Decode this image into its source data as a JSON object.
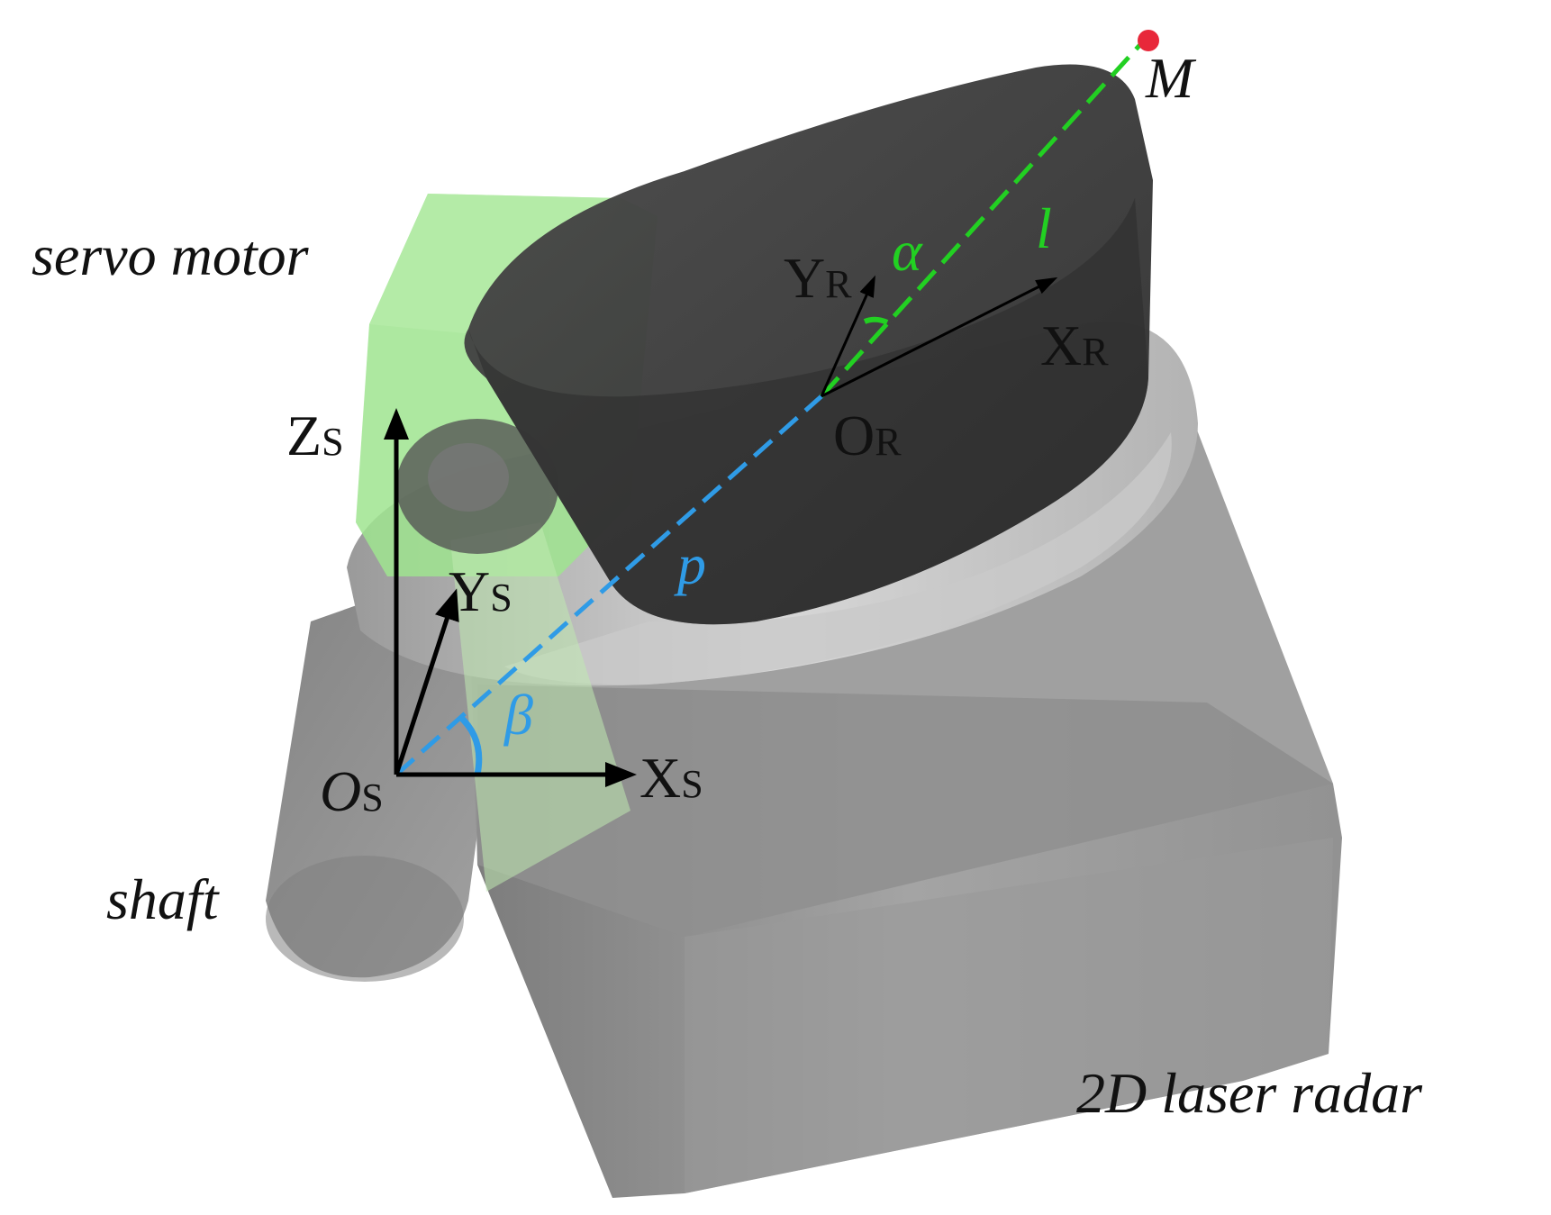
{
  "colors": {
    "background": "#ffffff",
    "radar_body": "#8c8c8c",
    "radar_head": "#3a3a3a",
    "servo": "#9fe48f",
    "p_line": "#2f9be6",
    "l_line": "#22d022",
    "point_M": "#e8283a",
    "axes": "#000000"
  },
  "labels": {
    "servo_motor": "servo motor",
    "shaft": "shaft",
    "radar": "2D laser radar",
    "point_M": "M",
    "alpha": "α",
    "beta": "β",
    "p": "p",
    "l": "l",
    "frame_S": {
      "origin": "O",
      "origin_sub": "S",
      "z": "Z",
      "z_sub": "S",
      "y": "Y",
      "y_sub": "S",
      "x": "X",
      "x_sub": "S"
    },
    "frame_R": {
      "origin": "O",
      "origin_sub": "R",
      "y": "Y",
      "y_sub": "R",
      "x": "X",
      "x_sub": "R"
    }
  }
}
